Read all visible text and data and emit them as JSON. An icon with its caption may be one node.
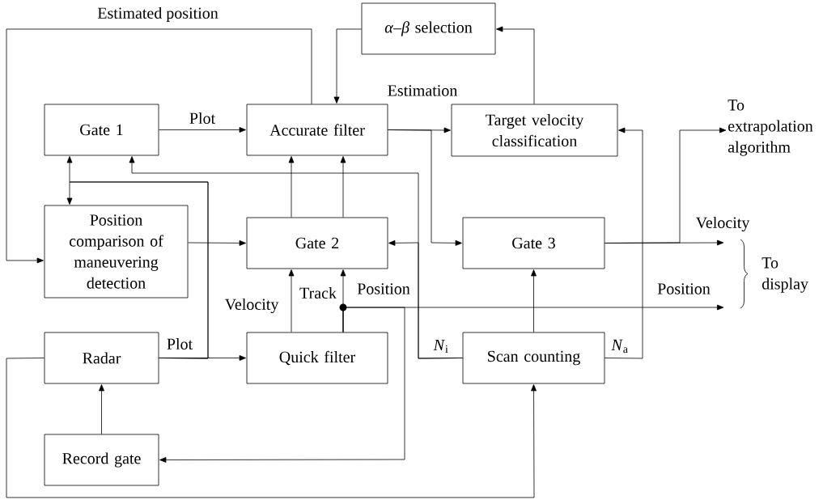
{
  "diagram": {
    "nodes": [
      {
        "text": [
          "*α*–*β* selection"
        ]
      },
      {
        "text": [
          "Gate 1"
        ]
      },
      {
        "text": [
          "Accurate filter"
        ]
      },
      {
        "text": [
          "Target velocity classification"
        ]
      },
      {
        "text": [
          "Position comparison of maneuvering detection"
        ]
      },
      {
        "text": [
          "Gate 2"
        ]
      },
      {
        "text": [
          "Gate 3"
        ]
      },
      {
        "text": [
          "Radar"
        ]
      },
      {
        "text": [
          "Quick filter"
        ]
      },
      {
        "text": [
          "Scan counting"
        ]
      },
      {
        "text": [
          "Record gate"
        ]
      },
      {
        "text": [
          "To extrapolation algorithm"
        ]
      }
    ],
    "edges": [
      {
        "from": 1,
        "to": 2,
        "arrow": "to",
        "label": "Plot"
      },
      {
        "from": 2,
        "to": 3,
        "arrow": "to",
        "label": "Estimation"
      },
      {
        "from": 2,
        "to": 6,
        "arrow": "to"
      },
      {
        "from": 2,
        "to": 4,
        "arrow": "to",
        "label": "Estimated position"
      },
      {
        "from": 0,
        "to": 2,
        "arrow": "to"
      },
      {
        "from": 3,
        "to": 0,
        "arrow": "to"
      },
      {
        "from": 5,
        "to": 2,
        "arrow": "to"
      },
      {
        "from": 5,
        "to": 2,
        "arrow": "to"
      },
      {
        "from": 7,
        "to": 8,
        "arrow": "to",
        "label": "Plot"
      },
      {
        "from": 7,
        "to": 1,
        "arrow": "to"
      },
      {
        "from": 7,
        "to": 4,
        "arrow": "to"
      },
      {
        "from": 4,
        "to": 5,
        "arrow": "to"
      },
      {
        "from": 8,
        "to": 5,
        "arrow": "to",
        "label": "Velocity"
      },
      {
        "from": 8,
        "to": 5,
        "arrow": "to",
        "label": "Track"
      },
      {
        "from": 8,
        "to": 10,
        "arrow": "to",
        "label": "Position"
      },
      {
        "from": 8,
        "to": null,
        "arrow": "to",
        "label": "Position"
      },
      {
        "from": 9,
        "to": 1,
        "arrow": "to",
        "label": "*N*$_{i}$"
      },
      {
        "from": 9,
        "to": 5,
        "arrow": "to"
      },
      {
        "from": 9,
        "to": 3,
        "arrow": "to",
        "label": "*N*$_{a}$"
      },
      {
        "from": 9,
        "to": 6,
        "arrow": "to"
      },
      {
        "from": 7,
        "to": 9,
        "arrow": "to"
      },
      {
        "from": 10,
        "to": 7,
        "arrow": "to"
      },
      {
        "from": 6,
        "to": null,
        "arrow": "to",
        "label": "Velocity"
      },
      {
        "from": 6,
        "to": 11,
        "arrow": "to"
      }
    ],
    "labels": [
      "To display"
    ]
  }
}
